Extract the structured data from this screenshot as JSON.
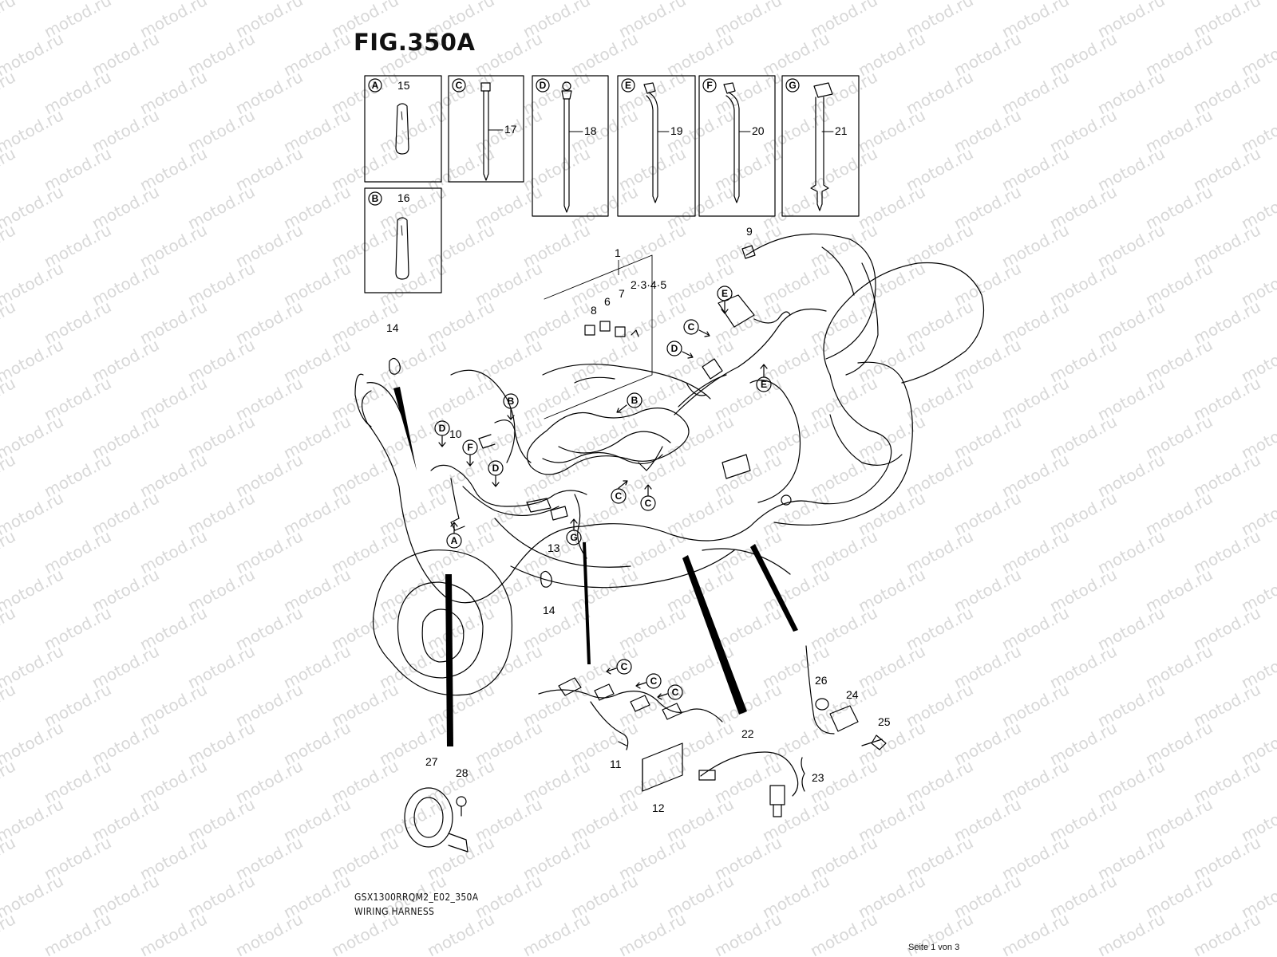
{
  "figure": {
    "title": "FIG.350A",
    "model_code": "GSX1300RRQM2_E02_350A",
    "subtitle": "WIRING HARNESS",
    "page_indicator": "Seite 1 von 3"
  },
  "watermark": {
    "text": "motod.ru",
    "color": "#d8d8d8"
  },
  "detail_boxes": [
    {
      "letter": "A",
      "part": "15"
    },
    {
      "letter": "B",
      "part": "16"
    },
    {
      "letter": "C",
      "part": "17"
    },
    {
      "letter": "D",
      "part": "18"
    },
    {
      "letter": "E",
      "part": "19"
    },
    {
      "letter": "F",
      "part": "20"
    },
    {
      "letter": "G",
      "part": "21"
    }
  ],
  "part_labels": [
    "1",
    "2·3·4·5",
    "6",
    "7",
    "8",
    "9",
    "10",
    "11",
    "12",
    "13",
    "14",
    "14",
    "22",
    "23",
    "24",
    "25",
    "26",
    "27",
    "28"
  ],
  "callouts": [
    "E",
    "C",
    "D",
    "E",
    "B",
    "B",
    "D",
    "F",
    "D",
    "A",
    "G",
    "C",
    "C",
    "C",
    "C",
    "C"
  ]
}
